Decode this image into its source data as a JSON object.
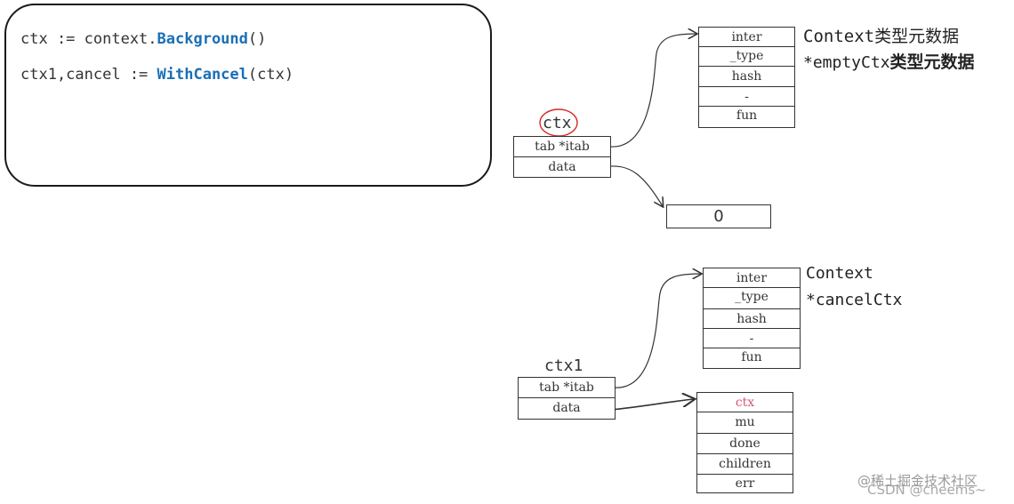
{
  "code": {
    "line1_prefix": "ctx := context.",
    "line1_kw": "Background",
    "line1_suffix": "()",
    "line2_prefix": "ctx1,cancel := ",
    "line2_kw": "WithCancel",
    "line2_suffix": "(ctx)",
    "keyword_color": "#1a6fb5"
  },
  "ctx": {
    "name": "ctx",
    "fields": [
      "tab *itab",
      "data"
    ],
    "circle_color": "#d62828"
  },
  "itab1": {
    "fields": [
      "inter",
      "_type",
      "hash",
      "-",
      "fun"
    ],
    "label1": "Context类型元数据",
    "label2_prefix": "*emptyCtx",
    "label2_cn": "类型元数据"
  },
  "data1": {
    "value": "0"
  },
  "ctx1": {
    "name": "ctx1",
    "fields": [
      "tab *itab",
      "data"
    ]
  },
  "itab2": {
    "fields": [
      "inter",
      "_type",
      "hash",
      "-",
      "fun"
    ],
    "label1": "Context",
    "label2": "*cancelCtx"
  },
  "cancelCtx": {
    "fields": [
      "ctx",
      "mu",
      "done",
      "children",
      "err"
    ],
    "highlight_color": "#d6577a"
  },
  "watermark": {
    "line1": "@稀土掘金技术社区",
    "line2": "CSDN @cheems~"
  }
}
